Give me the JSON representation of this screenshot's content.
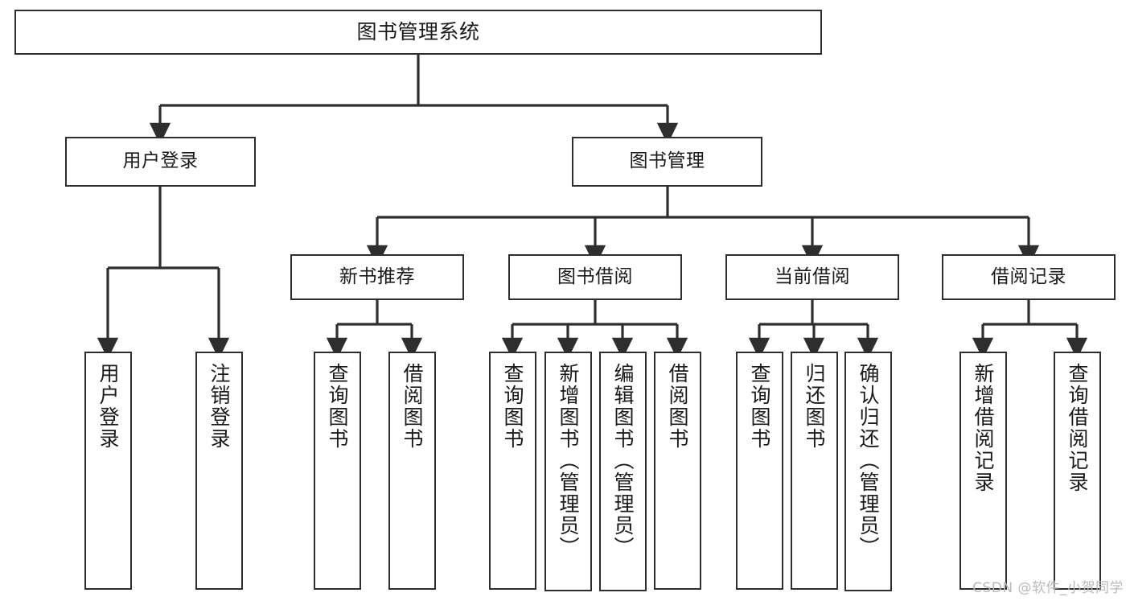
{
  "diagram": {
    "title": "图书管理系统",
    "type": "tree-hierarchy-chart",
    "watermark": "CSDN @软件_小贺同学",
    "colors": {
      "box_border": "#2e2e2e",
      "box_fill": "#ffffff",
      "edge": "#2e2e2e",
      "text": "#1a1a1a",
      "watermark": "#b9b9b9",
      "background": "#ffffff"
    },
    "levels": {
      "root": {
        "label": "图书管理系统"
      },
      "level2": [
        {
          "label": "用户登录"
        },
        {
          "label": "图书管理"
        }
      ],
      "level3": [
        {
          "label": "新书推荐"
        },
        {
          "label": "图书借阅"
        },
        {
          "label": "当前借阅"
        },
        {
          "label": "借阅记录"
        }
      ],
      "leaves": {
        "user_login": [
          {
            "label": "用户登录"
          },
          {
            "label": "注销登录"
          }
        ],
        "new_book_recommend": [
          {
            "label": "查询图书"
          },
          {
            "label": "借阅图书"
          }
        ],
        "book_borrow": [
          {
            "label": "查询图书"
          },
          {
            "label": "新增图书（管理员）"
          },
          {
            "label": "编辑图书（管理员）"
          },
          {
            "label": "借阅图书"
          }
        ],
        "current_borrow": [
          {
            "label": "查询图书"
          },
          {
            "label": "归还图书"
          },
          {
            "label": "确认归还（管理员）"
          }
        ],
        "borrow_record": [
          {
            "label": "新增借阅记录"
          },
          {
            "label": "查询借阅记录"
          }
        ]
      }
    }
  }
}
